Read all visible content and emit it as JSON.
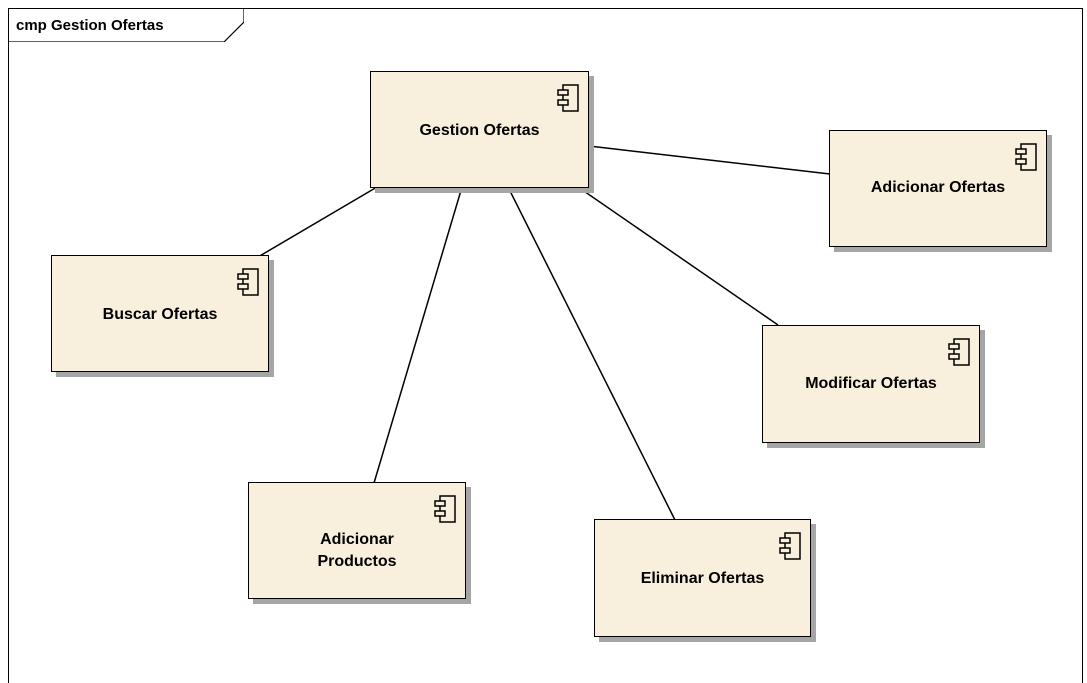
{
  "frame": {
    "title": "cmp Gestion Ofertas"
  },
  "components": {
    "gestion": {
      "label": "Gestion Ofertas"
    },
    "buscar": {
      "label": "Buscar Ofertas"
    },
    "adicionar_ofertas": {
      "label": "Adicionar Ofertas"
    },
    "modificar": {
      "label": "Modificar Ofertas"
    },
    "adicionar_productos": {
      "label": "Adicionar\nProductos"
    },
    "eliminar": {
      "label": "Eliminar Ofertas"
    }
  },
  "icons": {
    "component": "uml-component-icon"
  },
  "colors": {
    "component_fill": "#f8efdc",
    "shadow": "#a5a5a5",
    "line": "#000000"
  }
}
